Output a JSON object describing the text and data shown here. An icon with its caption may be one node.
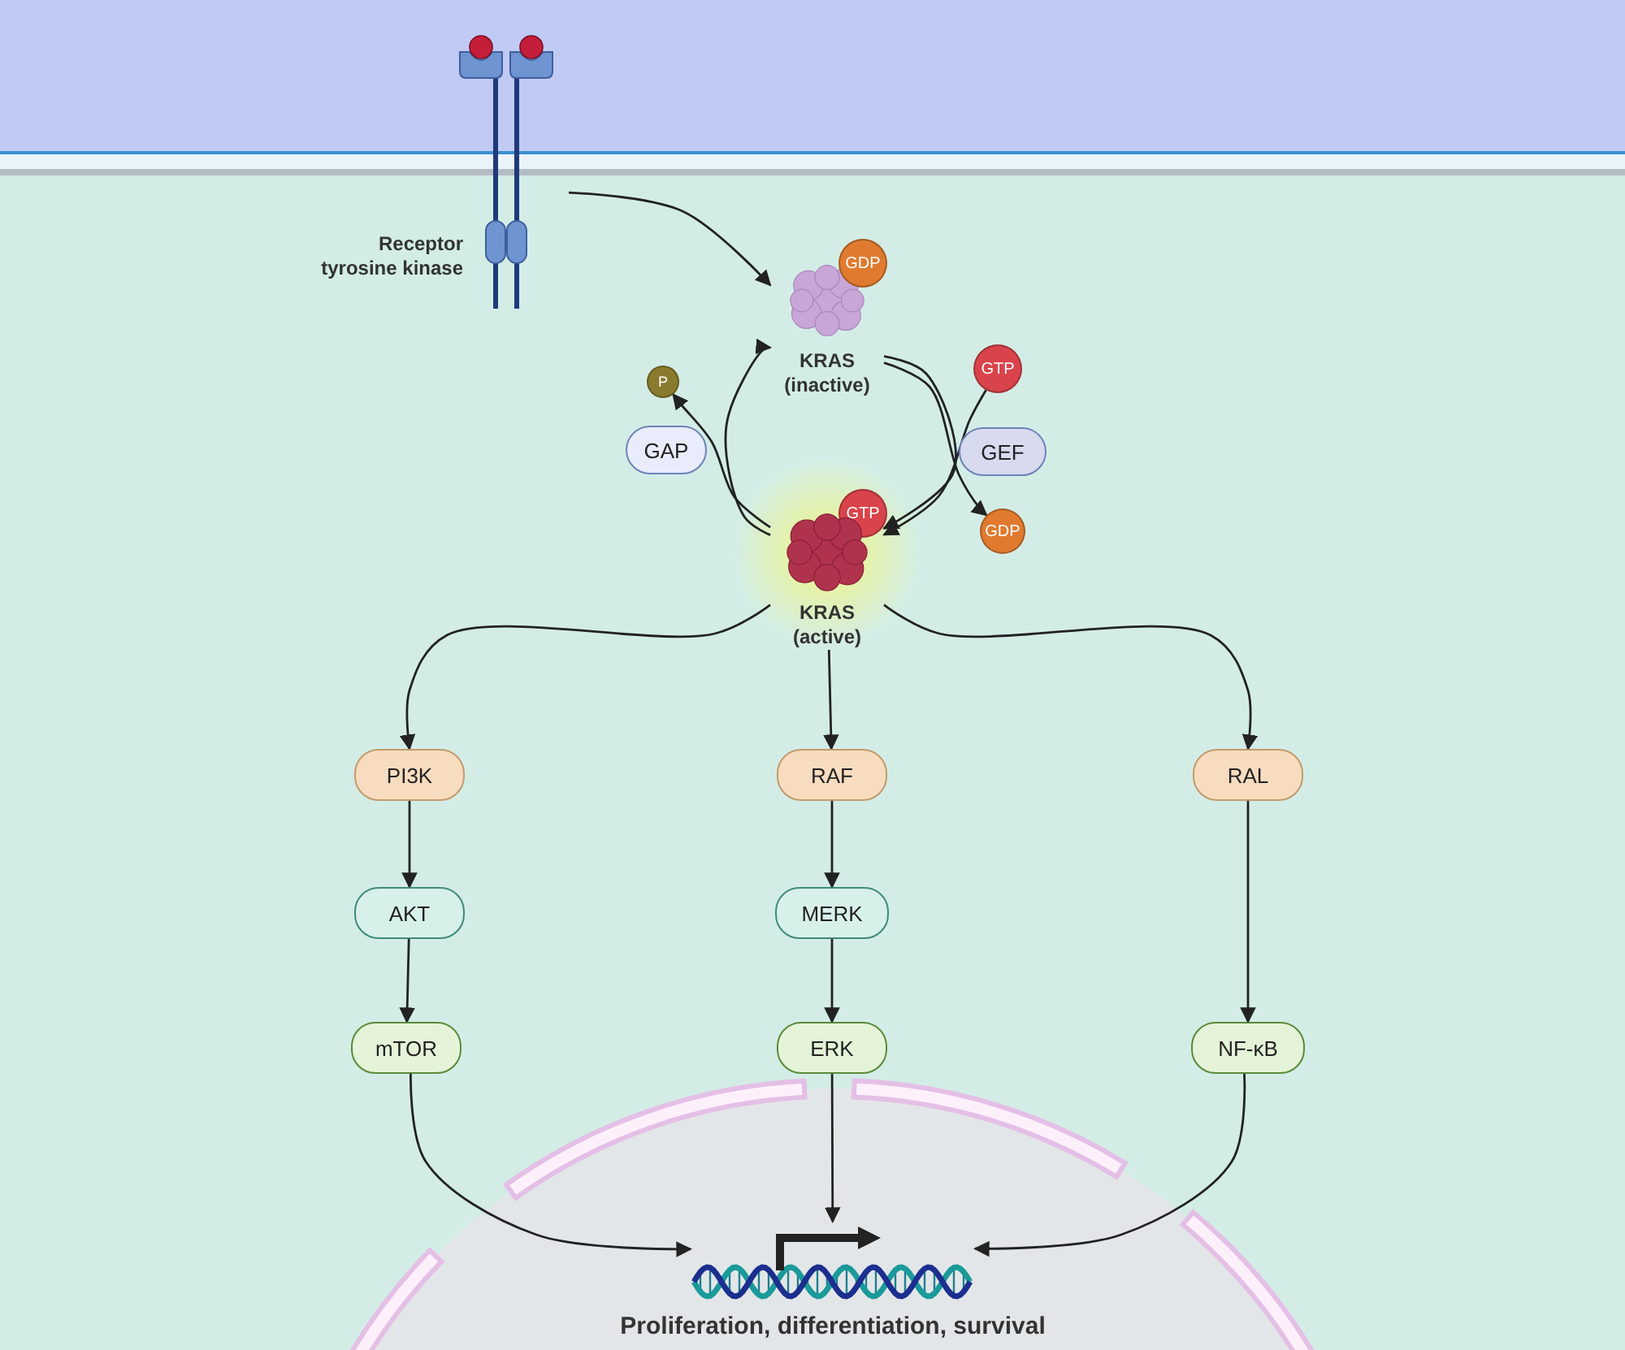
{
  "diagram": {
    "nodes": [
      {
        "text": [
          "Receptor tyrosine kinase"
        ]
      },
      {
        "text": [
          "KRAS (inactive)"
        ]
      },
      {
        "text": [
          "GDP"
        ]
      },
      {
        "text": [
          "P"
        ]
      },
      {
        "text": [
          "GTP"
        ]
      },
      {
        "text": [
          "GAP"
        ]
      },
      {
        "text": [
          "GEF"
        ]
      },
      {
        "text": [
          "GTP"
        ]
      },
      {
        "text": [
          "GDP"
        ]
      },
      {
        "text": [
          "KRAS (active)"
        ]
      },
      {
        "text": [
          "PI3K"
        ]
      },
      {
        "text": [
          "RAF"
        ]
      },
      {
        "text": [
          "RAL"
        ]
      },
      {
        "text": [
          "AKT"
        ]
      },
      {
        "text": [
          "MERK"
        ]
      },
      {
        "text": [
          "mTOR"
        ]
      },
      {
        "text": [
          "ERK"
        ]
      },
      {
        "text": [
          "NF-κB"
        ]
      },
      {
        "text": [],
        "shape": "picture",
        "beside": [
          "Proliferation, differentiation, survival"
        ]
      }
    ],
    "edges": [
      {
        "from": 0,
        "to": 1,
        "arrow": "to"
      },
      {
        "from": 1,
        "to": 9,
        "arrow": "to"
      },
      {
        "from": 4,
        "to": 9,
        "arrow": "to"
      },
      {
        "from": 1,
        "to": 8,
        "arrow": "to"
      },
      {
        "from": 9,
        "to": 1,
        "arrow": "to"
      },
      {
        "from": 9,
        "to": 3,
        "arrow": "to"
      },
      {
        "from": 9,
        "to": 10,
        "arrow": "to"
      },
      {
        "from": 9,
        "to": 11,
        "arrow": "to"
      },
      {
        "from": 9,
        "to": 12,
        "arrow": "to"
      },
      {
        "from": 10,
        "to": 13,
        "arrow": "to"
      },
      {
        "from": 13,
        "to": 15,
        "arrow": "to"
      },
      {
        "from": 11,
        "to": 14,
        "arrow": "to"
      },
      {
        "from": 14,
        "to": 16,
        "arrow": "to"
      },
      {
        "from": 12,
        "to": 17,
        "arrow": "to"
      },
      {
        "from": 15,
        "to": 18,
        "arrow": "to"
      },
      {
        "from": 16,
        "to": 18,
        "arrow": "to"
      },
      {
        "from": 17,
        "to": 18,
        "arrow": "to"
      }
    ]
  }
}
